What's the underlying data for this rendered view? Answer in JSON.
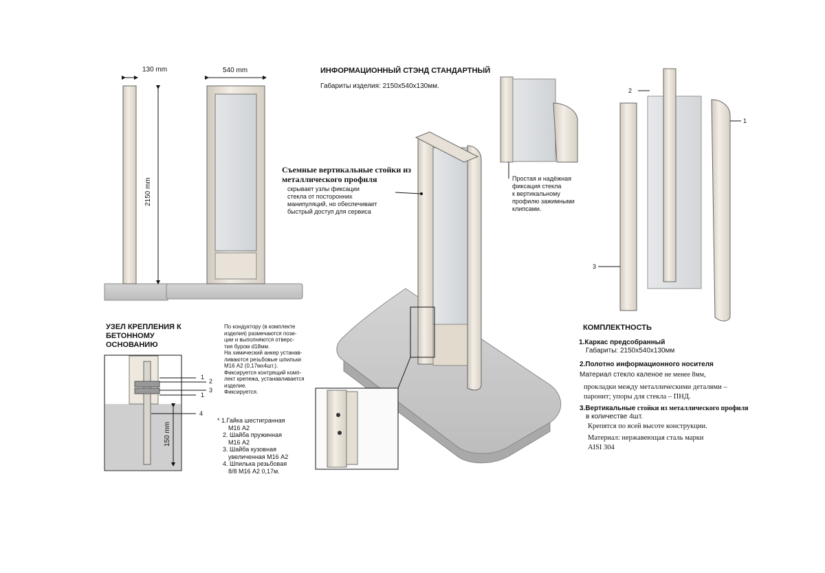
{
  "title": "ИНФОРМАЦИОННЫЙ СТЭНД СТАНДАРТНЫЙ",
  "dimensions_note": "Габариты изделия: 2150х540х130мм.",
  "dims": {
    "depth": "130 mm",
    "width": "540 mm",
    "height": "2150 mm",
    "anchor_depth": "150 mm"
  },
  "features": {
    "posts_heading_l1": "Съемные вертикальные стойки из",
    "posts_heading_l2": "металлического профиля",
    "posts_text": [
      "скрывает узлы фиксации",
      "стекла от посторонних",
      "манипуляций, но обеспечивает",
      "быстрый доступ для сервиса"
    ],
    "glass_text": [
      "Простая и надёжная",
      "фиксация стекла",
      "к вертикальному",
      "профилю зажимными",
      "клипсами."
    ]
  },
  "exploded_labels": [
    "1",
    "2",
    "3"
  ],
  "anchor": {
    "heading": [
      "УЗЕЛ КРЕПЛЕНИЯ К",
      "БЕТОННОМУ",
      "ОСНОВАНИЮ"
    ],
    "description": [
      "По кондуктору (в комплекте",
      "изделия) размечаются пози-",
      "ции и выполняются отверс-",
      "тия буром d18мм.",
      "На химический анкер устанав-",
      "ливаются резьбовые шпильки",
      "М16 А2 (0,17мх4шт.).",
      "Фиксируется контрящий комп-",
      "лект крепежа, устанавливается",
      "изделие.",
      "Фиксируется."
    ],
    "callouts": [
      "1",
      "2",
      "3",
      "1",
      "4"
    ],
    "parts": [
      "* 1.Гайка шестигранная",
      "М16 А2",
      "2. Шайба пружинная",
      "М16 А2",
      "3. Шайба кузовная",
      "увеличенная М16 А2",
      "4. Шпилька резьбовая",
      "8/8 М16 А2 0,17м."
    ]
  },
  "kit": {
    "heading": "КОМПЛЕКТНОСТЬ",
    "item1_title": "1.Каркас   предсобранный",
    "item1_sub": "Габариты: 2150х540х130мм",
    "item2_title": "2.Полотно информационного носителя",
    "item2_material_label": "Материал  стекло каленое",
    "item2_material_value": " не менее 8мм,",
    "item2_lines": [
      "прокладки между металлическими деталями –",
      "паронит; упоры для стекла – ПНД."
    ],
    "item3_title_a": "3.Вертикальные",
    "item3_title_b": " стойки из металлического профиля",
    "item3_sub": "в количестве 4шт.",
    "item3_lines": [
      "Крепятся по всей высоте конструкции.",
      "Материал: нержавеющая сталь марки",
      "AISI 304"
    ]
  }
}
